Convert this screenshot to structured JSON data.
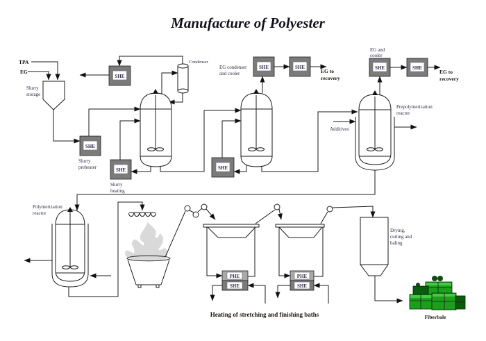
{
  "title": "Manufacture of Polyester",
  "colors": {
    "she_box": "#7b7b7b",
    "phe_box": "#a9a9a9",
    "flame": "#d9d9d9",
    "bale_green": "#1ca01c",
    "bale_dark": "#0a5c0c",
    "bale_light": "#43c943",
    "bale_knot": "#0d4d12"
  },
  "hx": {
    "she": "SHE",
    "phe": "PHE"
  },
  "inputs": {
    "tpa": "TPA",
    "eg": "EG",
    "additives": "Additives"
  },
  "labels": {
    "slurry_storage": [
      "Slurry",
      "storage"
    ],
    "slurry_preheater": [
      "Slurry",
      "preheater"
    ],
    "slurry_heating": [
      "Slurry",
      "heating"
    ],
    "condenser": "Condenser",
    "eg_condenser_cooler": [
      "EG condenser",
      "and cooler"
    ],
    "eg_and_cooler": [
      "EG and",
      "cooler"
    ],
    "eg_to_recovery": [
      "EG to",
      "recovery"
    ],
    "prepolymerization_reactor": [
      "Prepolymerization",
      "reactor"
    ],
    "polymerization_reactor": [
      "Polymerization",
      "reactor"
    ],
    "drying_cutting_baling": [
      "Drying,",
      "cutting and",
      "baling"
    ],
    "heating_baths": "Heating of stretching and finishing baths",
    "fiberbale": "Fiberbale"
  }
}
